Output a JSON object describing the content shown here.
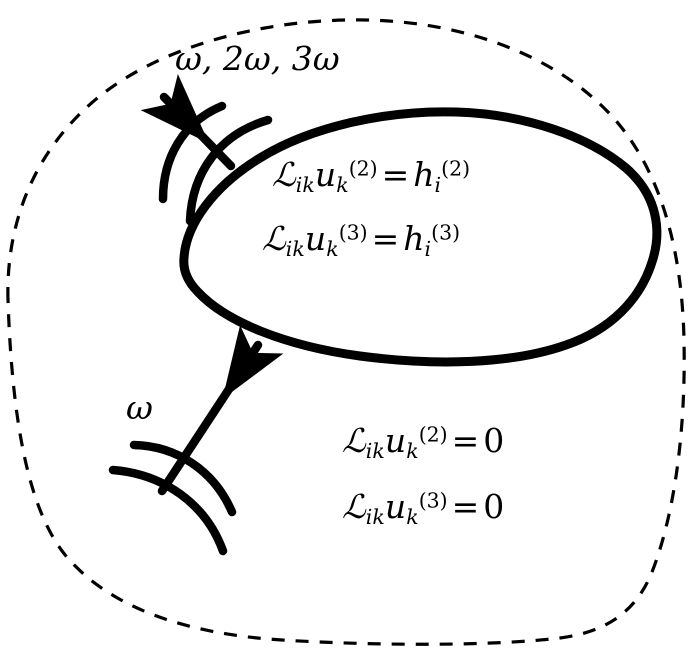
{
  "figure": {
    "type": "schematic-diagram",
    "description": "Nonlinear scattering schematic: an incident wave at frequency omega strikes an inclusion; scattered waves at omega, 2omega and 3omega radiate outward.",
    "background_color": "#ffffff",
    "stroke_color": "#000000"
  },
  "outer_domain": {
    "name": "exterior-domain",
    "boundary_style": "dashed",
    "stroke_color": "#000000",
    "stroke_width": 3,
    "dash_pattern": "13 11"
  },
  "inclusion": {
    "name": "inclusion-blob",
    "boundary_style": "solid",
    "stroke_color": "#000000",
    "stroke_width": 9
  },
  "labels": {
    "scattered_frequencies": "ω, 2ω, 3ω",
    "incident_frequency": "ω"
  },
  "equations": {
    "inside": [
      {
        "id": "inside-eq-2",
        "operator": "ℒ",
        "operator_subscript": "ik",
        "field": "u",
        "field_subscript": "k",
        "field_superscript": "(2)",
        "relation": "=",
        "rhs_symbol": "h",
        "rhs_subscript": "i",
        "rhs_superscript": "(2)",
        "plain": "ℒ_ik u_k^(2) = h_i^(2)"
      },
      {
        "id": "inside-eq-3",
        "operator": "ℒ",
        "operator_subscript": "ik",
        "field": "u",
        "field_subscript": "k",
        "field_superscript": "(3)",
        "relation": "=",
        "rhs_symbol": "h",
        "rhs_subscript": "i",
        "rhs_superscript": "(3)",
        "plain": "ℒ_ik u_k^(3) = h_i^(3)"
      }
    ],
    "outside": [
      {
        "id": "outside-eq-2",
        "operator": "ℒ",
        "operator_subscript": "ik",
        "field": "u",
        "field_subscript": "k",
        "field_superscript": "(2)",
        "relation": "=",
        "rhs_symbol": "0",
        "rhs_subscript": "",
        "rhs_superscript": "",
        "plain": "ℒ_ik u_k^(2) = 0"
      },
      {
        "id": "outside-eq-3",
        "operator": "ℒ",
        "operator_subscript": "ik",
        "field": "u",
        "field_subscript": "k",
        "field_superscript": "(3)",
        "relation": "=",
        "rhs_symbol": "0",
        "rhs_subscript": "",
        "rhs_superscript": "",
        "plain": "ℒ_ik u_k^(3) = 0"
      }
    ]
  },
  "arrows": {
    "incident": {
      "name": "incident-wave-arrow",
      "direction": "up-right",
      "wavefront_arcs": 2
    },
    "scattered": {
      "name": "scattered-wave-arrow",
      "direction": "up-left",
      "wavefront_arcs": 2
    }
  }
}
